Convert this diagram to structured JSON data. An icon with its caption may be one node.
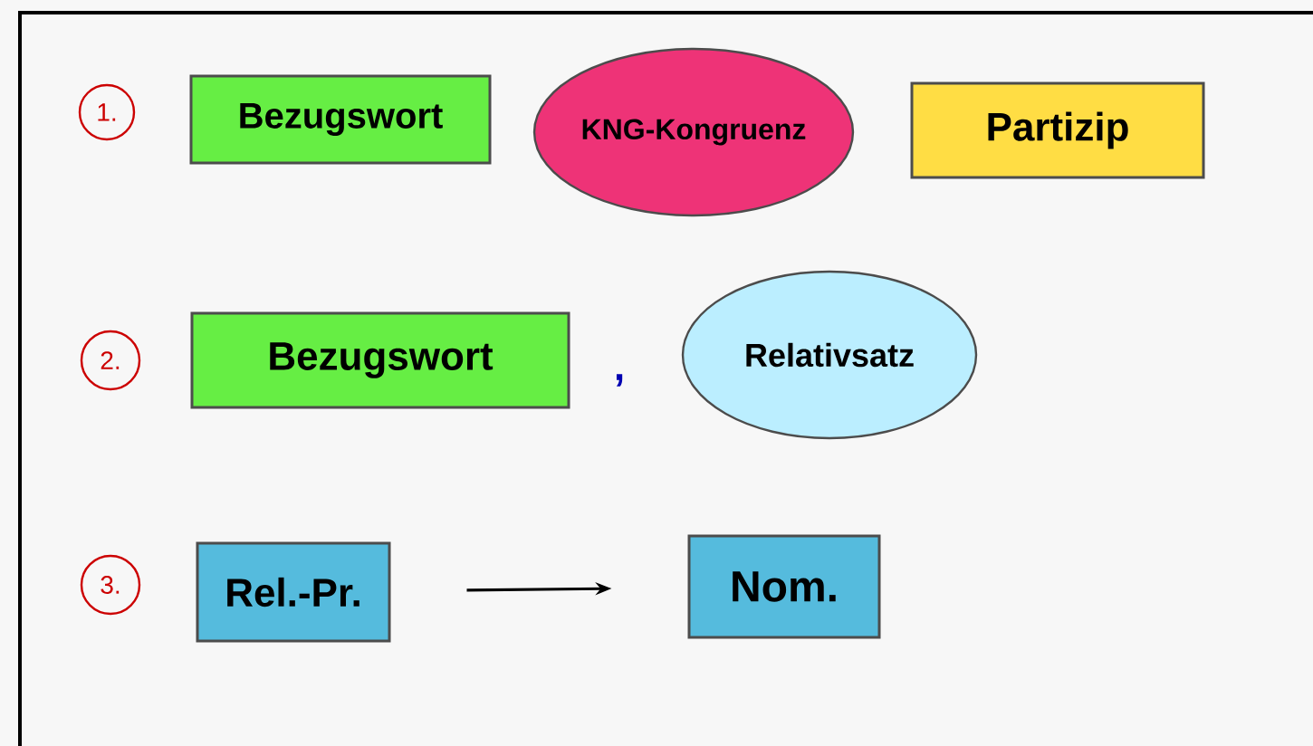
{
  "diagram": {
    "nodes": [
      {
        "text": [
          "1."
        ]
      },
      {
        "text": [
          "Bezugswort"
        ]
      },
      {
        "text": [
          "KNG-Kongruenz"
        ]
      },
      {
        "text": [
          "Partizip"
        ]
      },
      {
        "text": [
          "2."
        ]
      },
      {
        "text": [
          "Bezugswort"
        ]
      },
      {
        "text": [
          "Relativsatz"
        ]
      },
      {
        "text": [
          "3."
        ]
      },
      {
        "text": [
          "Rel.-Pr."
        ]
      },
      {
        "text": [
          "Nom."
        ]
      }
    ],
    "edges": [
      {
        "from": 8,
        "to": 9,
        "arrow": "to"
      }
    ],
    "labels": [
      ","
    ]
  }
}
